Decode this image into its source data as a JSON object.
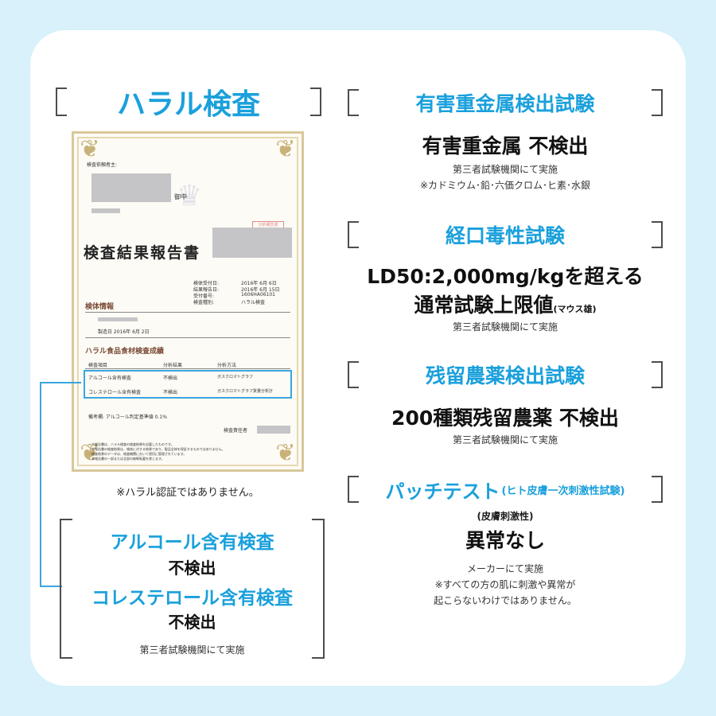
{
  "halal": {
    "heading": "ハラル検査",
    "disclaimer": "※ハラル認証ではありません。",
    "certificate": {
      "requester_label": "検査依頼者主:",
      "recipient_suffix": "御中",
      "title": "検査結果報告書",
      "stamp_text": "分析報告書",
      "info_rows": [
        {
          "label": "検体受付日:",
          "value": "2016年 6月 6日"
        },
        {
          "label": "結果報告日:",
          "value": "2016年 6月 15日"
        },
        {
          "label": "受付番号:",
          "value": "1606HA06101"
        },
        {
          "label": "検査種別:",
          "value": "ハラル検査"
        }
      ],
      "section1": "検体情報",
      "manufacture_date": "製造日 2016年  6月  2日",
      "section2": "ハラル食品食材検査成績",
      "table_headers": [
        "検査項目",
        "分析結果",
        "分析方法"
      ],
      "table_rows": [
        {
          "item": "アルコール含有検査",
          "result": "不検出",
          "method": "ガスクロマトグラフ"
        },
        {
          "item": "コレステロール含有検査",
          "result": "不検出",
          "method": "ガスクロマトグラフ質量分析計"
        }
      ],
      "remark": "備考欄:  アルコール判定基準値 0.1%",
      "inspector_label": "検査責任者",
      "footnotes": [
        "・本報告書は、ハラル検査の検査結果を記載したものです。",
        "・本報告書の検査結果は、検体に対する結果であり、製品全体を保証するものではありません。",
        "・検査結果のデータは、検査機関において適切に管理されています。",
        "・本報告書の一部または全部の無断転載を禁じます。"
      ]
    },
    "results": {
      "alcohol_title": "アルコール含有検査",
      "alcohol_result": "不検出",
      "cholesterol_title": "コレステロール含有検査",
      "cholesterol_result": "不検出",
      "note": "第三者試験機関にて実施"
    }
  },
  "heavy_metal": {
    "heading": "有害重金属検出試験",
    "result": "有害重金属 不検出",
    "note1": "第三者試験機関にて実施",
    "note2": "※カドミウム･鉛･六価クロム･ヒ素･水銀"
  },
  "oral_toxicity": {
    "heading": "経口毒性試験",
    "result_line1": "LD50:2,000mg/kgを超える",
    "result_line2": "通常試験上限値",
    "result_line2_small": "(マウス雄)",
    "note": "第三者試験機関にて実施"
  },
  "pesticide": {
    "heading": "残留農薬検出試験",
    "result": "200種類残留農薬 不検出",
    "note": "第三者試験機関にて実施"
  },
  "patch_test": {
    "heading": "パッチテスト",
    "heading_small": "(ヒト皮膚一次刺激性試験)",
    "subheading": "(皮膚刺激性)",
    "result": "異常なし",
    "note1": "メーカーにて実施",
    "note2": "※すべての方の肌に刺激や異常が",
    "note3": "起こらないわけではありません。"
  },
  "colors": {
    "background": "#d8f1fa",
    "accent_blue": "#1aa0dc",
    "certificate_frame": "#d8c89a"
  }
}
